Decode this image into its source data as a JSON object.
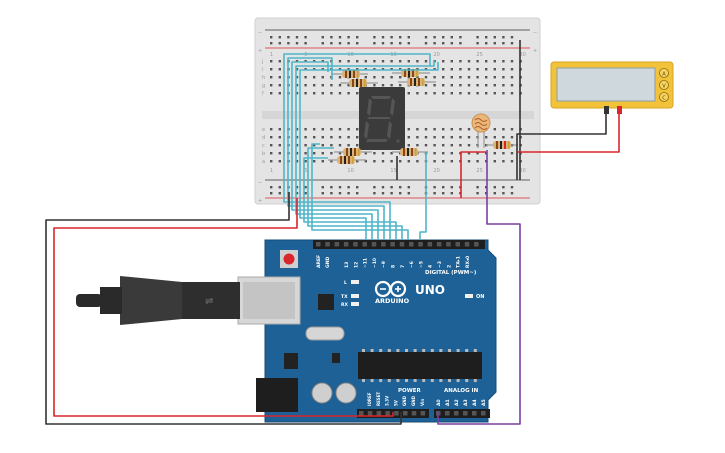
{
  "breadcrumb_rows_top": [
    "j",
    "i",
    "h",
    "g",
    "f"
  ],
  "breadcrumb_rows_bottom": [
    "e",
    "d",
    "c",
    "b",
    "a"
  ],
  "breadboard_columns": [
    "1",
    "5",
    "10",
    "15",
    "20",
    "25",
    "30"
  ],
  "arduino": {
    "logo_text": "ARDUINO",
    "model": "UNO",
    "on_label": "ON",
    "digital_label": "DIGITAL (PWM~)",
    "tx_label": "TX",
    "rx_label": "RX",
    "l_label": "L",
    "power_label": "POWER",
    "analog_label": "ANALOG IN",
    "aref_label": "AREF",
    "gnd_label": "GND",
    "digital_pins": [
      "13",
      "12",
      "~11",
      "~10",
      "~9",
      "8",
      "7",
      "~6",
      "~5",
      "4",
      "~3",
      "2",
      "TX▸1",
      "RX◂0"
    ],
    "power_pins": [
      "IOREF",
      "RESET",
      "3.3V",
      "5V",
      "GND",
      "GND",
      "Vin"
    ],
    "analog_pins": [
      "A0",
      "A1",
      "A2",
      "A3",
      "A4",
      "A5"
    ]
  },
  "multimeter": {
    "display": "",
    "port_labels": [
      "A",
      "V",
      "C"
    ]
  },
  "colors": {
    "wire_red": "#d9262c",
    "wire_black": "#333333",
    "wire_cyan": "#4fb6c9",
    "wire_purple": "#7b3f9e",
    "board_blue": "#1d6196",
    "meter_yellow": "#f2c23a"
  }
}
